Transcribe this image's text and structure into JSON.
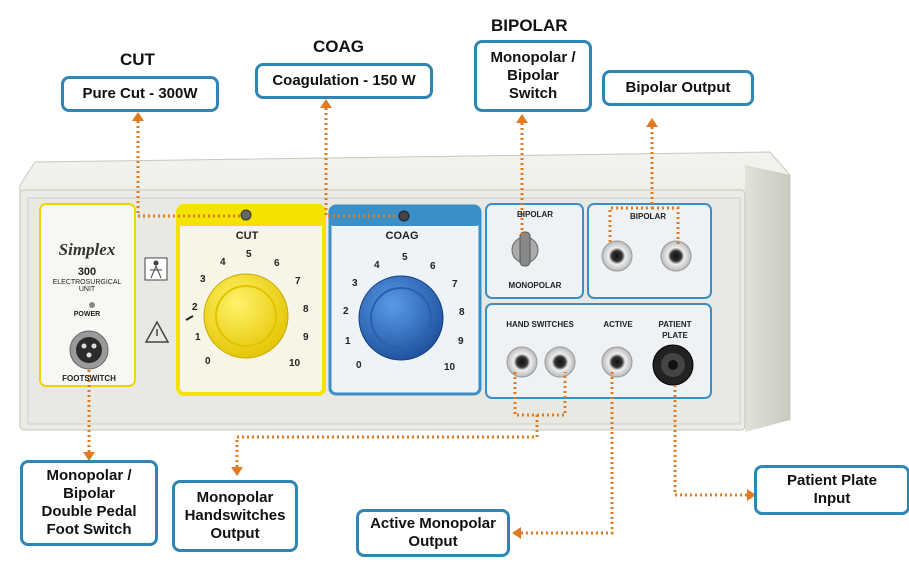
{
  "headings": {
    "cut": "CUT",
    "coag": "COAG",
    "bipolar": "BIPOLAR"
  },
  "callouts": {
    "pure_cut": "Pure Cut - 300W",
    "coagulation": "Coagulation - 150 W",
    "switch_line1": "Monopolar /",
    "switch_line2": "Bipolar",
    "switch_line3": "Switch",
    "bipolar_output": "Bipolar Output",
    "foot_line1": "Monopolar /",
    "foot_line2": "Bipolar",
    "foot_line3": "Double Pedal",
    "foot_line4": "Foot Switch",
    "hs_line1": "Monopolar",
    "hs_line2": "Handswitches",
    "hs_line3": "Output",
    "active_line1": "Active Monopolar",
    "active_line2": "Output",
    "plate_line1": "Patient Plate",
    "plate_line2": "Input"
  },
  "panel": {
    "brand": "Simplex",
    "model": "300",
    "unit_line1": "ELECTROSURGICAL",
    "unit_line2": "UNIT",
    "power": "POWER",
    "footswitch": "FOOTSWITCH",
    "cut_label": "CUT",
    "coag_label": "COAG",
    "bipolar_top": "BIPOLAR",
    "monopolar_bottom": "MONOPOLAR",
    "bipolar_section": "BIPOLAR",
    "hand_switches": "HAND SWITCHES",
    "active": "ACTIVE",
    "patient": "PATIENT",
    "plate": "PLATE"
  },
  "dial_numbers": [
    "0",
    "1",
    "2",
    "3",
    "4",
    "5",
    "6",
    "7",
    "8",
    "9",
    "10"
  ],
  "colors": {
    "callout_border": "#2f86b5",
    "arrow": "#e07b22",
    "cut_yellow": "#f4e200",
    "coag_blue": "#2f6fc2",
    "panel_blue": "#3a8fc6"
  }
}
